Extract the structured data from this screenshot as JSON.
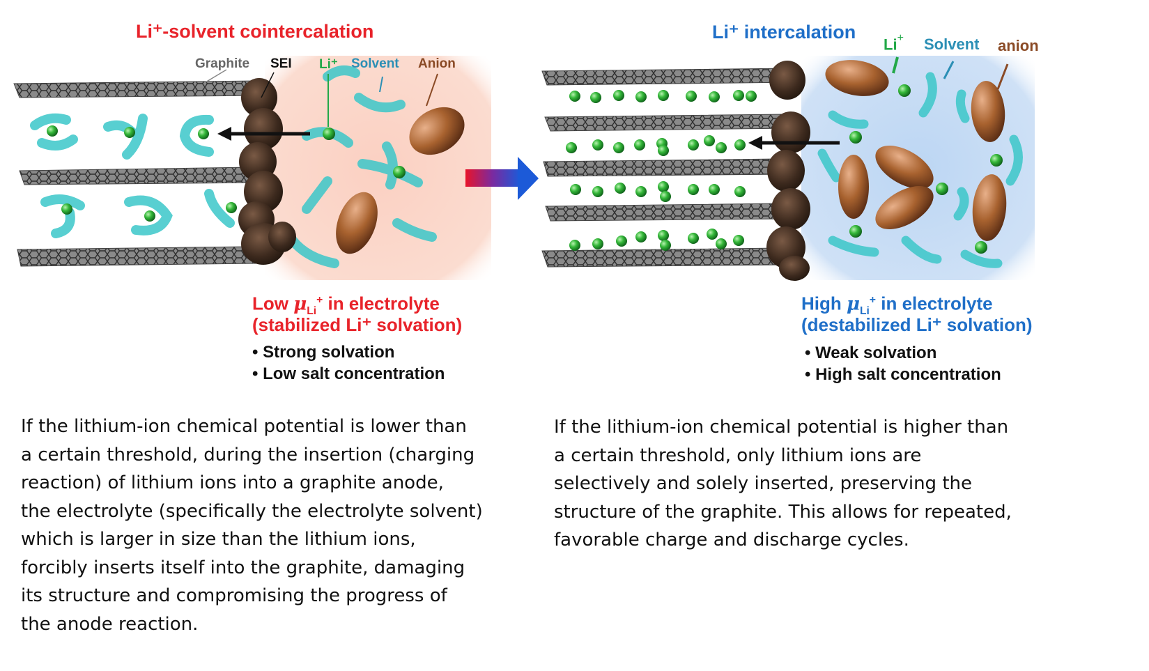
{
  "left_panel": {
    "title": "Li⁺-solvent cointercalation",
    "labels": {
      "graphite": "Graphite",
      "sei": "SEI",
      "li": "Li⁺",
      "solvent": "Solvent",
      "anion": "Anion"
    },
    "condition_prefix": "Low",
    "mu_symbol": "μ",
    "mu_subscript": "Li",
    "mu_superscript": "+",
    "condition_suffix": "in electrolyte",
    "condition_line2": "(stabilized Li⁺ solvation)",
    "bullets": [
      "• Strong solvation",
      "• Low salt concentration"
    ]
  },
  "right_panel": {
    "title": "Li⁺ intercalation",
    "labels": {
      "li": "Li",
      "li_sup": "+",
      "solvent": "Solvent",
      "anion": "anion"
    },
    "condition_prefix": "High",
    "mu_symbol": "μ",
    "mu_subscript": "Li",
    "mu_superscript": "+",
    "condition_suffix": "in electrolyte",
    "condition_line2": "(destabilized Li⁺ solvation)",
    "bullets": [
      "• Weak solvation",
      "• High salt concentration"
    ]
  },
  "colors": {
    "left_title": "#e8232a",
    "right_title": "#1f6fc8",
    "li_green": "#22a848",
    "solvent_teal": "#2b8fb5",
    "anion_brown": "#8a4a25",
    "graphite_gray": "#555555"
  },
  "descriptions": {
    "left": [
      "If the lithium-ion chemical potential is lower than",
      "a certain threshold, during the insertion (charging",
      "reaction) of lithium ions into a graphite anode,",
      "the electrolyte (specifically the electrolyte solvent)",
      "which is larger in size than the lithium ions,",
      "forcibly inserts itself into the graphite, damaging",
      "its structure and compromising the progress of",
      "the anode reaction."
    ],
    "right": [
      "If the lithium-ion chemical potential is higher than",
      "a certain threshold, only lithium ions are",
      "selectively and solely inserted, preserving the",
      "structure of the graphite. This allows for repeated,",
      "favorable charge and discharge cycles."
    ]
  }
}
